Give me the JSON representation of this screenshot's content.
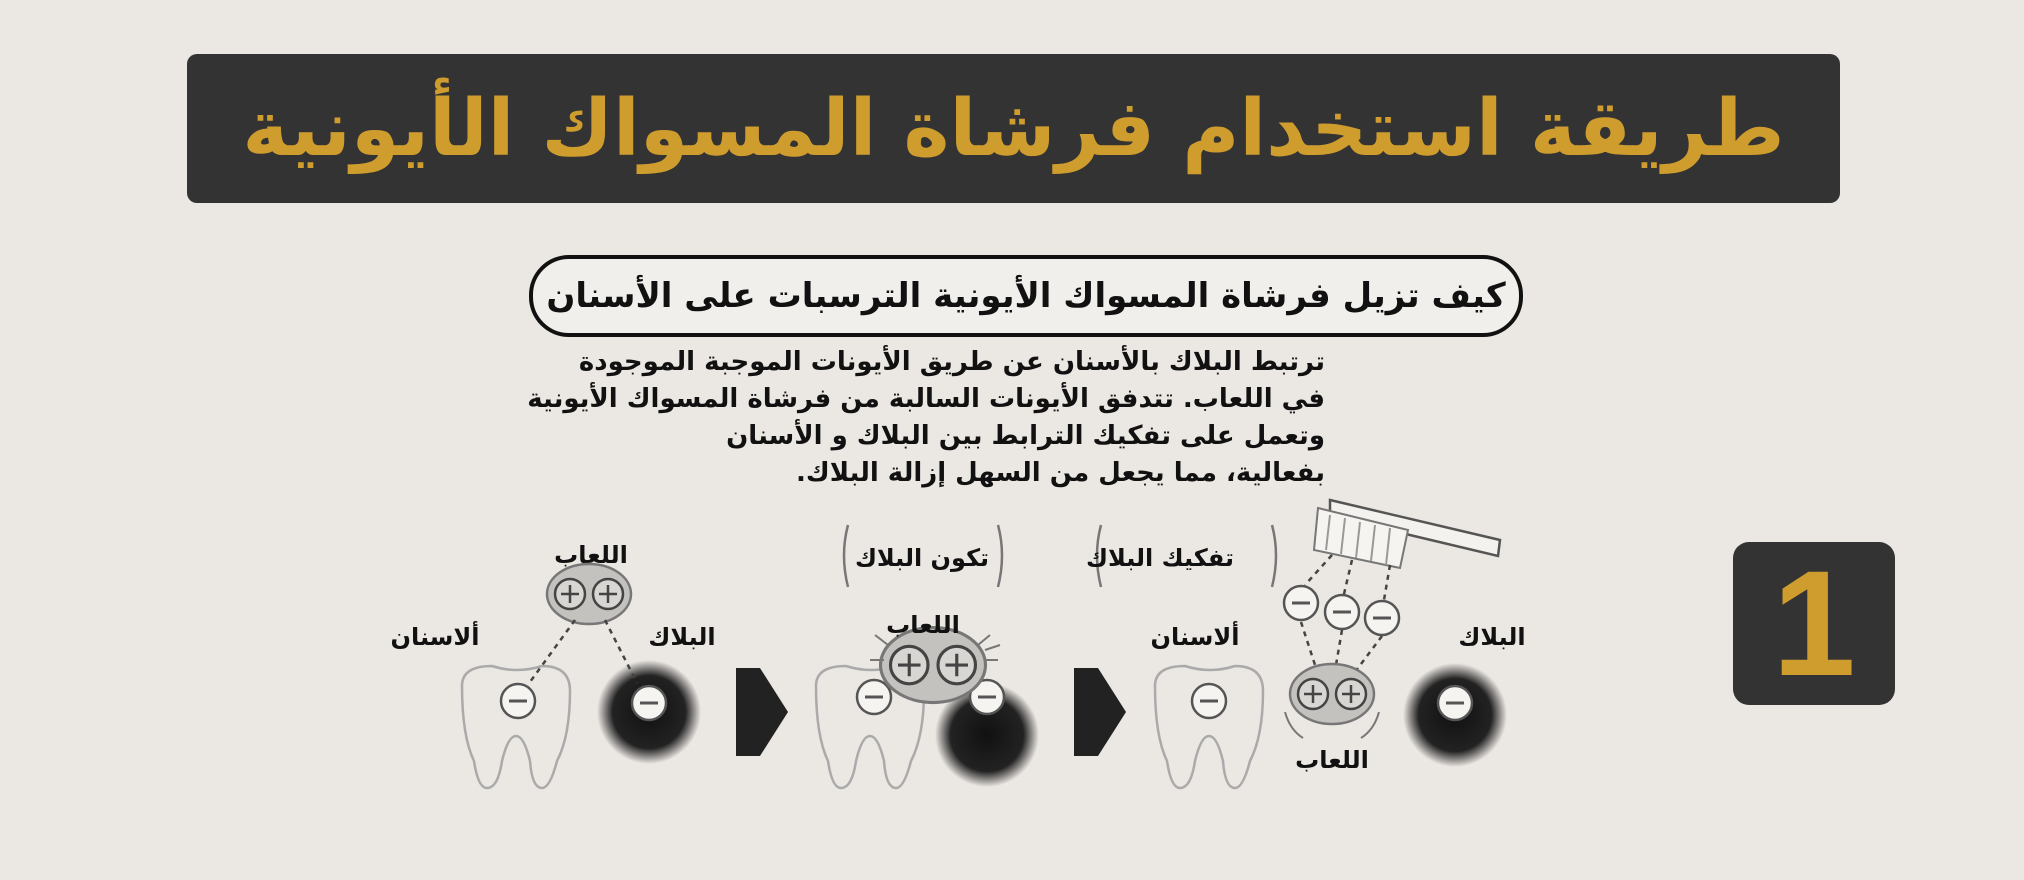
{
  "title": "طريقة استخدام فرشاة المسواك الأيونية",
  "subtitle": "كيف تزيل فرشاة المسواك  الأيونية الترسبات على الأسنان",
  "paragraph_lines": [
    "ترتبط البلاك بالأسنان عن طريق الأيونات الموجبة الموجودة",
    "في اللعاب. تتدفق الأيونات السالبة  من فرشاة المسواك الأيونية",
    "وتعمل على تفكيك  الترابط بين البلاك و الأسنان",
    "بفعالية، مما يجعل من السهل إزالة البلاك."
  ],
  "diagram": {
    "panel1": {
      "saliva": "اللعاب",
      "teeth": "ألاسنان",
      "plaque": "البلاك"
    },
    "panel2": {
      "stage": "تكون البلاك",
      "saliva": "اللعاب"
    },
    "panel3": {
      "stage": "تفكيك البلاك",
      "teeth": "ألاسنان",
      "plaque": "البلاك",
      "saliva": "اللعاب"
    }
  },
  "step_number": "1",
  "colors": {
    "dark": "#333333",
    "gold": "#cf9d2e",
    "background": "#ebe7e3"
  }
}
